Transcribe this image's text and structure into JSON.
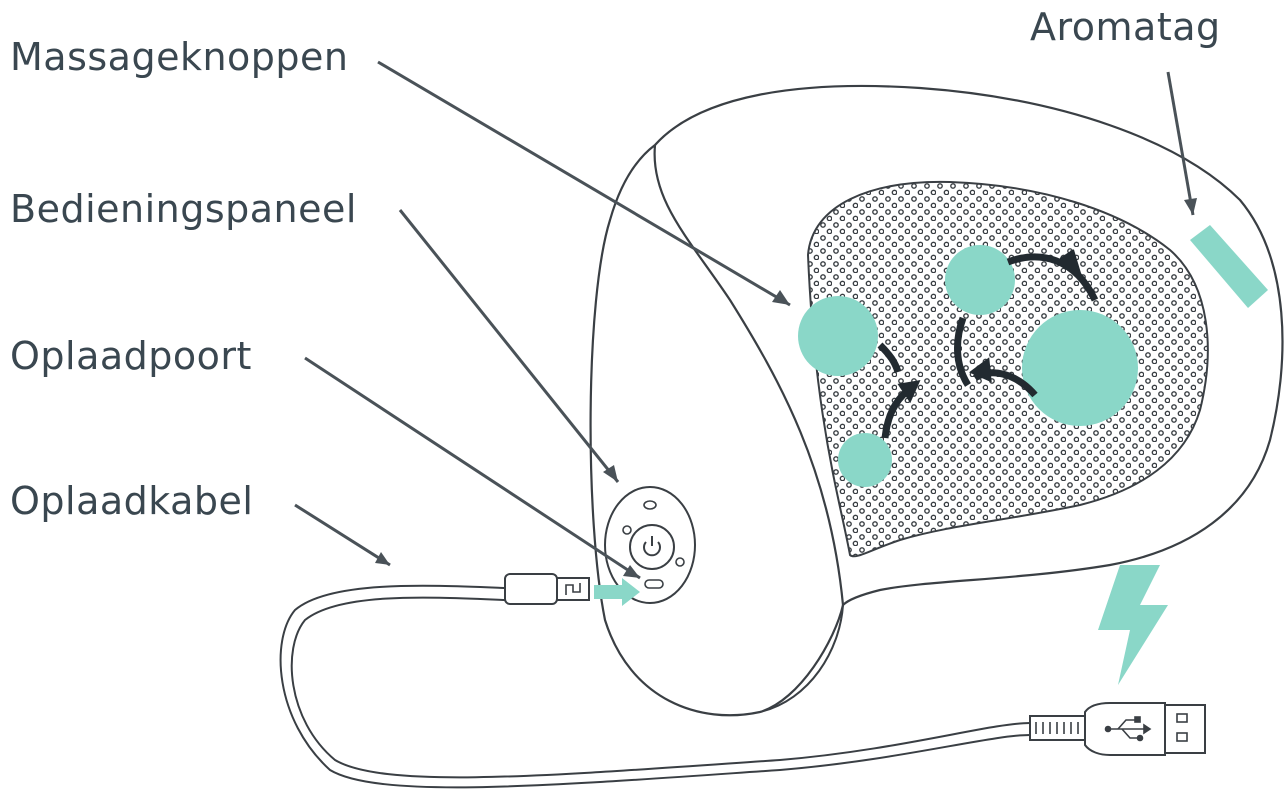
{
  "labels": {
    "massage_buttons": "Massageknoppen",
    "control_panel": "Bedieningspaneel",
    "charging_port": "Oplaadpoort",
    "charging_cable": "Oplaadkabel",
    "aroma_tag": "Aromatag"
  },
  "colors": {
    "accent": "#8ad7c8",
    "outline": "#3a3f44",
    "text": "#3a4750",
    "arrows": "#222a30"
  },
  "icons": [
    "power-icon",
    "lightning-bolt-icon",
    "usb-symbol-icon"
  ]
}
